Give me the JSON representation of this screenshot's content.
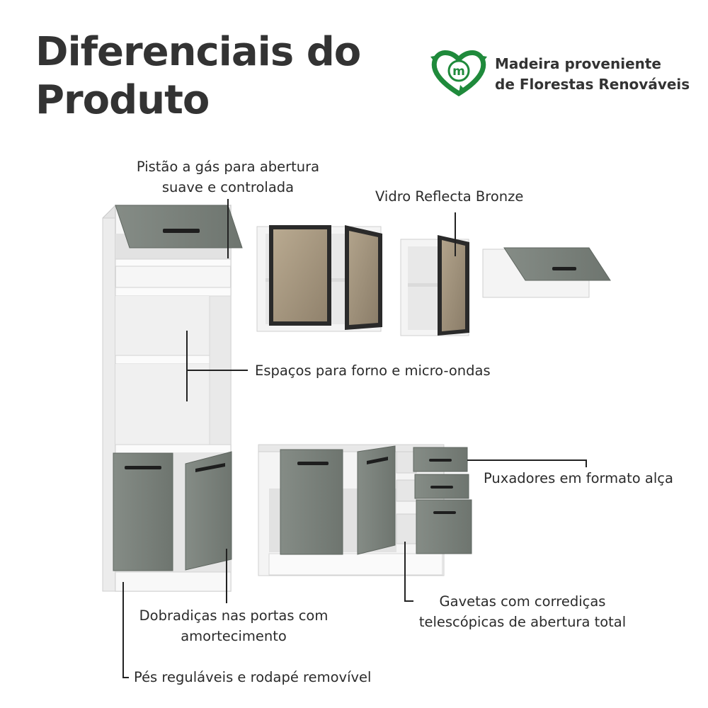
{
  "title": {
    "line1": "Diferenciais do",
    "line2": "Produto"
  },
  "badge": {
    "icon": "recycle-leaf-m-icon",
    "icon_letter": "m",
    "line1": "Madeira proveniente",
    "line2": "de Florestas Renováveis",
    "color": "#1f8a3b"
  },
  "features": {
    "piston": {
      "line1": "Pistão a gás para abertura",
      "line2": "suave e controlada"
    },
    "glass": {
      "line1": "Vidro Reflecta Bronze"
    },
    "spaces": {
      "line1": "Espaços para forno e micro-ondas"
    },
    "handles": {
      "line1": "Puxadores em formato alça"
    },
    "hinges": {
      "line1": "Dobradiças nas portas com",
      "line2": "amortecimento"
    },
    "drawers": {
      "line1": "Gavetas com corrediças",
      "line2": "telescópicas de abertura total"
    },
    "feet": {
      "line1": "Pés reguláveis e rodapé removível"
    }
  },
  "colors": {
    "door_gray": "#7c837d",
    "cabinet_white": "#f3f3f3",
    "glass_bronze": "#b4a48c",
    "line": "#222222"
  }
}
